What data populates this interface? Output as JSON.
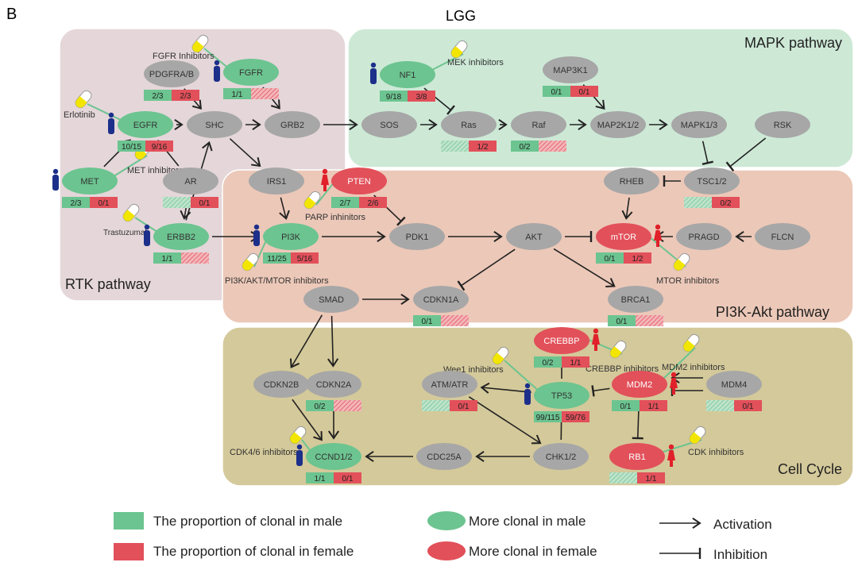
{
  "panel_label": "B",
  "title": "LGG",
  "colors": {
    "male": "#6cc490",
    "female": "#e2505a",
    "neutral": "#a7a7a7",
    "rtk": "#e4d6d9",
    "mapk": "#cde9d6",
    "pi3k": "#ecc8b8",
    "cell": "#d4c99a",
    "drug": "#f2e500",
    "edge": "#222222"
  },
  "pathways": [
    {
      "id": "rtk",
      "label": "RTK pathway"
    },
    {
      "id": "mapk",
      "label": "MAPK pathway"
    },
    {
      "id": "pi3k",
      "label": "PI3K-Akt pathway"
    },
    {
      "id": "cell",
      "label": "Cell Cycle"
    }
  ],
  "nodes": [
    {
      "label": "PDGFRA/B",
      "color": "neutral",
      "male": "2/3",
      "female": "2/3"
    },
    {
      "label": "FGFR",
      "color": "male",
      "male": "1/1",
      "female": null,
      "sex": "male"
    },
    {
      "label": "EGFR",
      "color": "male",
      "male": "10/15",
      "female": "9/16",
      "sex": "male"
    },
    {
      "label": "SHC",
      "color": "neutral"
    },
    {
      "label": "GRB2",
      "color": "neutral"
    },
    {
      "label": "MET",
      "color": "male",
      "male": "2/3",
      "female": "0/1",
      "sex": "male"
    },
    {
      "label": "AR",
      "color": "neutral",
      "male": null,
      "female": "0/1"
    },
    {
      "label": "ERBB2",
      "color": "male",
      "male": "1/1",
      "female": null,
      "sex": "male"
    },
    {
      "label": "NF1",
      "color": "male",
      "male": "9/18",
      "female": "3/8",
      "sex": "male"
    },
    {
      "label": "MAP3K1",
      "color": "neutral",
      "male": "0/1",
      "female": "0/1"
    },
    {
      "label": "SOS",
      "color": "neutral"
    },
    {
      "label": "Ras",
      "color": "neutral",
      "male": null,
      "female": "1/2"
    },
    {
      "label": "Raf",
      "color": "neutral",
      "male": "0/2",
      "female": null
    },
    {
      "label": "MAP2K1/2",
      "color": "neutral"
    },
    {
      "label": "MAPK1/3",
      "color": "neutral"
    },
    {
      "label": "RSK",
      "color": "neutral"
    },
    {
      "label": "IRS1",
      "color": "neutral"
    },
    {
      "label": "PTEN",
      "color": "female",
      "male": "2/7",
      "female": "2/6",
      "sex": "female"
    },
    {
      "label": "RHEB",
      "color": "neutral"
    },
    {
      "label": "TSC1/2",
      "color": "neutral",
      "male": null,
      "female": "0/2"
    },
    {
      "label": "PI3K",
      "color": "male",
      "male": "11/25",
      "female": "5/16",
      "sex": "male"
    },
    {
      "label": "PDK1",
      "color": "neutral"
    },
    {
      "label": "AKT",
      "color": "neutral"
    },
    {
      "label": "mTOR",
      "color": "female",
      "male": "0/1",
      "female": "1/2",
      "sex": "female"
    },
    {
      "label": "PRAGD",
      "color": "neutral"
    },
    {
      "label": "FLCN",
      "color": "neutral"
    },
    {
      "label": "SMAD",
      "color": "neutral"
    },
    {
      "label": "CDKN1A",
      "color": "neutral",
      "male": "0/1",
      "female": null
    },
    {
      "label": "BRCA1",
      "color": "neutral",
      "male": "0/1",
      "female": null
    },
    {
      "label": "CDKN2B",
      "color": "neutral"
    },
    {
      "label": "CDKN2A",
      "color": "neutral",
      "male": "0/2",
      "female": null
    },
    {
      "label": "ATM/ATR",
      "color": "neutral",
      "male": null,
      "female": "0/1"
    },
    {
      "label": "CREBBP",
      "color": "female",
      "male": "0/2",
      "female": "1/1",
      "sex": "female"
    },
    {
      "label": "TP53",
      "color": "male",
      "male": "99/115",
      "female": "59/76",
      "sex": "male"
    },
    {
      "label": "MDM2",
      "color": "female",
      "male": "0/1",
      "female": "1/1",
      "sex": "female"
    },
    {
      "label": "MDM4",
      "color": "neutral",
      "male": null,
      "female": "0/1"
    },
    {
      "label": "CCND1/2",
      "color": "male",
      "male": "1/1",
      "female": "0/1",
      "sex": "male"
    },
    {
      "label": "CDC25A",
      "color": "neutral"
    },
    {
      "label": "CHK1/2",
      "color": "neutral"
    },
    {
      "label": "RB1",
      "color": "female",
      "male": null,
      "female": "1/1",
      "sex": "female"
    }
  ],
  "edges": [
    [
      "PDGFRA/B",
      "SHC",
      "activation"
    ],
    [
      "FGFR",
      "GRB2",
      "activation"
    ],
    [
      "EGFR",
      "SHC",
      "activation"
    ],
    [
      "SHC",
      "GRB2",
      "activation"
    ],
    [
      "GRB2",
      "SOS",
      "activation"
    ],
    [
      "SOS",
      "Ras",
      "activation"
    ],
    [
      "NF1",
      "Ras",
      "inhibition"
    ],
    [
      "Ras",
      "Raf",
      "activation"
    ],
    [
      "Raf",
      "MAP2K1/2",
      "activation"
    ],
    [
      "MAP3K1",
      "MAP2K1/2",
      "activation"
    ],
    [
      "MAP2K1/2",
      "MAPK1/3",
      "activation"
    ],
    [
      "MAPK1/3",
      "TSC1/2",
      "inhibition"
    ],
    [
      "RSK",
      "TSC1/2",
      "inhibition"
    ],
    [
      "TSC1/2",
      "RHEB",
      "inhibition"
    ],
    [
      "RHEB",
      "mTOR",
      "activation"
    ],
    [
      "PRAGD",
      "mTOR",
      "activation"
    ],
    [
      "FLCN",
      "PRAGD",
      "activation"
    ],
    [
      "AKT",
      "mTOR",
      "inhibition"
    ],
    [
      "MET",
      "EGFR",
      "activation"
    ],
    [
      "AR",
      "EGFR",
      "activation"
    ],
    [
      "AR",
      "ERBB2",
      "activation"
    ],
    [
      "ERBB2",
      "SHC",
      "activation"
    ],
    [
      "ERBB2",
      "PI3K",
      "activation"
    ],
    [
      "SHC",
      "IRS1",
      "activation"
    ],
    [
      "IRS1",
      "PI3K",
      "activation"
    ],
    [
      "PTEN",
      "PDK1",
      "inhibition"
    ],
    [
      "PI3K",
      "PDK1",
      "activation"
    ],
    [
      "PDK1",
      "AKT",
      "activation"
    ],
    [
      "AKT",
      "CDKN1A",
      "inhibition"
    ],
    [
      "AKT",
      "BRCA1",
      "activation"
    ],
    [
      "SMAD",
      "CDKN1A",
      "activation"
    ],
    [
      "SMAD",
      "CDKN2B",
      "activation"
    ],
    [
      "SMAD",
      "CDKN2A",
      "activation"
    ],
    [
      "CDKN2B",
      "CCND1/2",
      "activation"
    ],
    [
      "CDKN2A",
      "CCND1/2",
      "activation"
    ],
    [
      "CDC25A",
      "CCND1/2",
      "activation"
    ],
    [
      "CHK1/2",
      "CDC25A",
      "activation"
    ],
    [
      "ATM/ATR",
      "CHK1/2",
      "activation"
    ],
    [
      "TP53",
      "ATM/ATR",
      "activation"
    ],
    [
      "TP53",
      "CREBBP",
      "activation"
    ],
    [
      "CHK1/2",
      "TP53",
      "activation"
    ],
    [
      "MDM2",
      "TP53",
      "inhibition"
    ],
    [
      "MDM4",
      "MDM2",
      "activation"
    ],
    [
      "MDM4",
      "MDM2",
      "inhibition"
    ],
    [
      "MDM2",
      "RB1",
      "inhibition"
    ]
  ],
  "drugs": [
    {
      "label": "FGFR Inhibitors",
      "target": "FGFR"
    },
    {
      "label": "Erlotinib",
      "target": "EGFR"
    },
    {
      "label": "MET inhibitors",
      "target": "MET"
    },
    {
      "label": "Trastuzumab",
      "target": "ERBB2"
    },
    {
      "label": "MEK inhibitors",
      "target": "NF1"
    },
    {
      "label": "PARP inhinitors",
      "target": "PTEN"
    },
    {
      "label": "PI3K/AKT/MTOR inhibitors",
      "target": "PI3K"
    },
    {
      "label": "MTOR inhibitors",
      "target": "mTOR"
    },
    {
      "label": "Wee1 inhibitors",
      "target": "TP53"
    },
    {
      "label": "CREBBP inhibitors",
      "target": "CREBBP"
    },
    {
      "label": "MDM2 inhibitors",
      "target": "MDM2"
    },
    {
      "label": "CDK4/6 inhibitors",
      "target": "CCND1/2"
    },
    {
      "label": "CDK inhibitors",
      "target": "RB1"
    }
  ],
  "legend": {
    "male_bar": "The proportion of clonal in male",
    "female_bar": "The proportion of clonal in female",
    "male_node": "More clonal in male",
    "female_node": "More clonal in female",
    "activation": "Activation",
    "inhibition": "Inhibition"
  }
}
